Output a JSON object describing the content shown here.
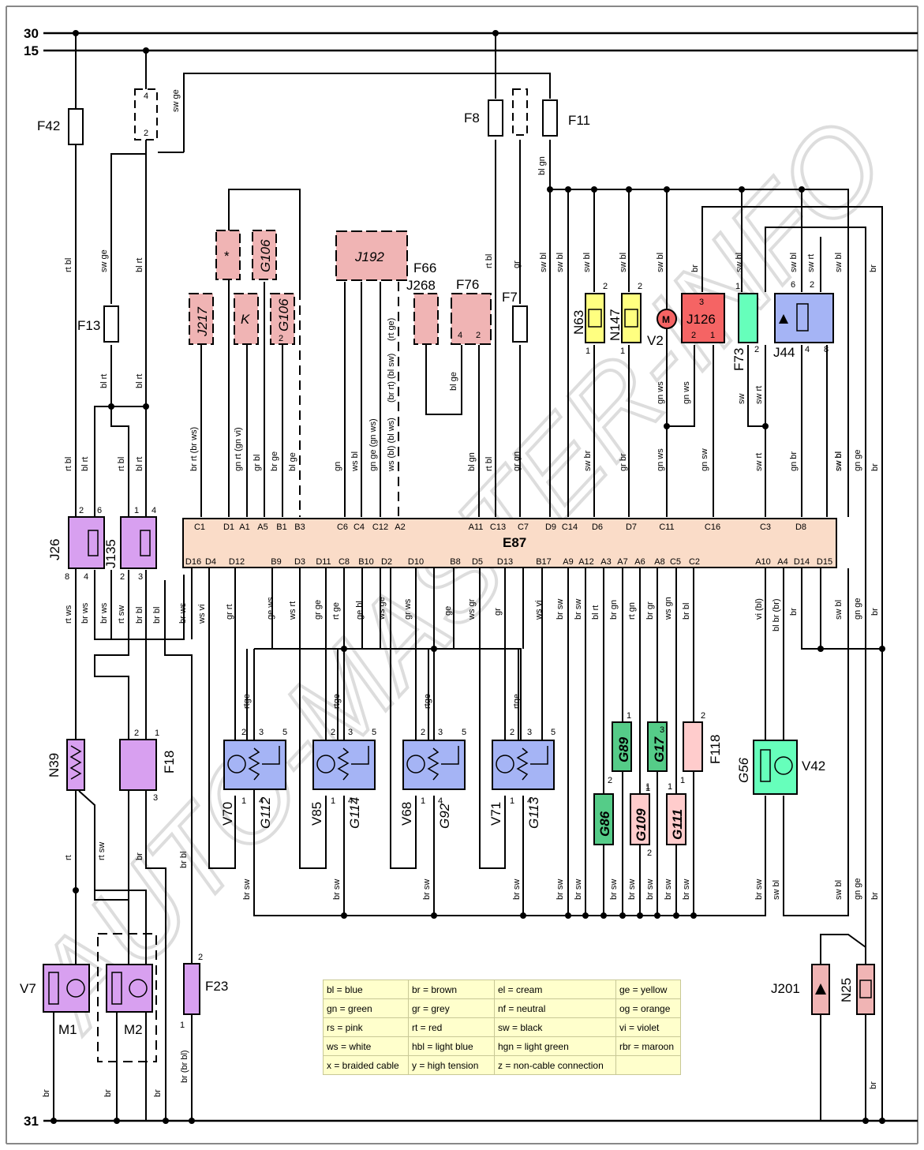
{
  "rails": {
    "r30": "30",
    "r15": "15",
    "r31": "31"
  },
  "components": {
    "F42": "F42",
    "F8": "F8",
    "F11": "F11",
    "F13": "F13",
    "F7": "F7",
    "F66": "F66",
    "J268": "J268",
    "F76": "F76",
    "J217": "J217",
    "star": "*",
    "K": "K",
    "G106a": "G106",
    "G106b": "G106",
    "J192": "J192",
    "N63": "N63",
    "N147": "N147",
    "V2": "V2",
    "V2m": "M",
    "J126": "J126",
    "F73": "F73",
    "J44": "J44",
    "J26": "J26",
    "J135": "J135",
    "E87": "E87",
    "N39": "N39",
    "F18": "F18",
    "V70": "V70",
    "G112": "G112",
    "V85": "V85",
    "G114": "G114",
    "V68": "V68",
    "G92": "G92",
    "V71": "V71",
    "G113": "G113",
    "G89": "G89",
    "G17": "G17",
    "G86": "G86",
    "G109": "G109",
    "G111": "G111",
    "F118": "F118",
    "G56": "G56",
    "V42": "V42",
    "V7": "V7",
    "M1": "M1",
    "M2": "M2",
    "F23": "F23",
    "J201": "J201",
    "N25": "N25"
  },
  "wire_colors": {
    "w1": "sw ge",
    "w2": "rt bl",
    "w3": "sw ge",
    "w4": "bl rt",
    "w5": "bl rt",
    "w6": "bl rt",
    "w7": "rt bl",
    "w8": "bl rt",
    "w9": "rt bl",
    "w10": "bl rt",
    "w11": "br rt (br ws)",
    "w12": "gn rt (gn vi)",
    "w13": "gr bl",
    "w14": "br ge",
    "w15": "bl ge",
    "w16": "gn",
    "w17": "ws bl",
    "w18": "gn ge (gn ws)",
    "w19": "ws (bl) (bl ws)",
    "w20": "(br rt) (bl sw)",
    "w21": "(rt ge)",
    "w22": "bl ge",
    "w23": "bl gn",
    "w24": "rt bl",
    "w25": "rt bl",
    "w26": "gr",
    "w27": "gr gn",
    "w28": "bl gn",
    "w29": "sw bl",
    "w30": "sw bl",
    "w31": "sw bl",
    "w32": "sw bl",
    "w33": "sw bl",
    "w34": "sw bl",
    "w35": "sw br",
    "w36": "gr br",
    "w37": "gn ws",
    "w38": "gn ws",
    "w39": "gn ws",
    "w40": "gn sw",
    "w41": "br",
    "w42": "sw bl",
    "w43": "sw",
    "w44": "sw rt",
    "w45": "sw rt",
    "w46": "sw bl",
    "w47": "sw rt",
    "w48": "sw bl",
    "w49": "gn br",
    "w50": "br",
    "w51": "sw bl",
    "w52": "gn ge",
    "w53": "br",
    "w54": "rt ws",
    "w55": "br ws",
    "w56": "br ws",
    "w57": "rt sw",
    "w58": "br bl",
    "w59": "br bl",
    "w60": "br ws",
    "w61": "ws vi",
    "w62": "gr rt",
    "w63": "ge ws",
    "w64": "ws rt",
    "w65": "gr ge",
    "w66": "rt ge",
    "w67": "ge bl",
    "w68": "ws ge",
    "w69": "gr ws",
    "w70": "ge",
    "w71": "ws gr",
    "w72": "gr",
    "w73": "ws vi",
    "w74": "br sw",
    "w75": "br sw",
    "w76": "bl rt",
    "w77": "br gn",
    "w78": "rt gn",
    "w79": "br gr",
    "w80": "ws gn",
    "w81": "br bl",
    "w82": "vi (bl)",
    "w83": "bl br (br)",
    "w84": "br",
    "w85": "sw bl",
    "w86": "gn ge",
    "w87": "br",
    "w88": "rtge",
    "w89": "rtge",
    "w90": "rtge",
    "w91": "rtge",
    "w92": "rt",
    "w93": "rt sw",
    "w94": "br",
    "w95": "br bl",
    "w96": "br sw",
    "w97": "br sw",
    "w98": "br sw",
    "w99": "br sw",
    "w100": "br sw",
    "w101": "br sw",
    "w102": "br sw",
    "w103": "br sw",
    "w104": "br sw",
    "w105": "br sw",
    "w106": "br sw",
    "w107": "br sw",
    "w108": "sw bl",
    "w109": "sw bl",
    "w110": "gn ge",
    "w111": "br",
    "w112": "br",
    "w113": "br",
    "w114": "br",
    "w115": "br (br bl)",
    "w116": "br",
    "w117": "sw ge"
  },
  "pins": {
    "p4": "4",
    "p2": "2",
    "j26a": "2",
    "j26b": "6",
    "j26c": "8",
    "j26d": "4",
    "j135a": "1",
    "j135b": "4",
    "j135c": "2",
    "j135d": "3",
    "f18a": "2",
    "f18b": "1",
    "f18c": "3",
    "f23a": "2",
    "f23b": "1",
    "f76a": "4",
    "f76b": "2",
    "g106": "2",
    "n63a": "2",
    "n63b": "1",
    "n147a": "2",
    "n147b": "1",
    "j126a": "3",
    "j126b": "2",
    "j126c": "1",
    "f73a": "1",
    "f73b": "2",
    "j44a": "6",
    "j44b": "2",
    "j44c": "4",
    "j44d": "8",
    "v70a": "2",
    "v70b": "3",
    "v70c": "5",
    "v70d": "1",
    "v70e": "4",
    "v85a": "2",
    "v85b": "3",
    "v85c": "5",
    "v85d": "1",
    "v85e": "4",
    "v68a": "2",
    "v68b": "3",
    "v68c": "5",
    "v68d": "1",
    "v68e": "4",
    "v71a": "2",
    "v71b": "3",
    "v71c": "5",
    "v71d": "1",
    "v71e": "4",
    "g89a": "1",
    "g89b": "2",
    "g17a": "3",
    "g17b": "1",
    "g109a": "1",
    "g109b": "2",
    "g111a": "1",
    "f118a": "2",
    "f118b": "1"
  },
  "e87_pins_top": [
    "C1",
    "D1",
    "A1",
    "A5",
    "B1",
    "B3",
    "C6",
    "C4",
    "C12",
    "A2",
    "A11",
    "C13",
    "C7",
    "D9",
    "C14",
    "D6",
    "D7",
    "C11",
    "C16",
    "C3",
    "D8"
  ],
  "e87_pins_bottom": [
    "D16",
    "D4",
    "D12",
    "B9",
    "D3",
    "D11",
    "C8",
    "B10",
    "D2",
    "D10",
    "B8",
    "D5",
    "D13",
    "B17",
    "A9",
    "A12",
    "A3",
    "A7",
    "A6",
    "A8",
    "C5",
    "C2",
    "A10",
    "A4",
    "D14",
    "D15"
  ],
  "watermark": "AUTO-MASTER-INFO",
  "legend": [
    [
      "bl = blue",
      "br = brown",
      "el = cream",
      "ge = yellow"
    ],
    [
      "gn = green",
      "gr = grey",
      "nf = neutral",
      "og = orange"
    ],
    [
      "rs = pink",
      "rt = red",
      "sw = black",
      "vi = violet"
    ],
    [
      "ws = white",
      "hbl = light blue",
      "hgn = light green",
      "rbr = maroon"
    ],
    [
      "x = braided cable",
      "y = high tension",
      "z = non-cable connection",
      ""
    ]
  ],
  "colors": {
    "pink": "#f0b4b4",
    "red": "#f56464",
    "violet": "#d8a0f0",
    "blue": "#a5b4f5",
    "yellow": "#ffff80",
    "green": "#55cc88",
    "mint": "#66ffbb",
    "lightpink": "#ffcccc",
    "cream": "#fadcc8",
    "legend": "#ffffcc",
    "watermark": "#c8c8c8"
  }
}
